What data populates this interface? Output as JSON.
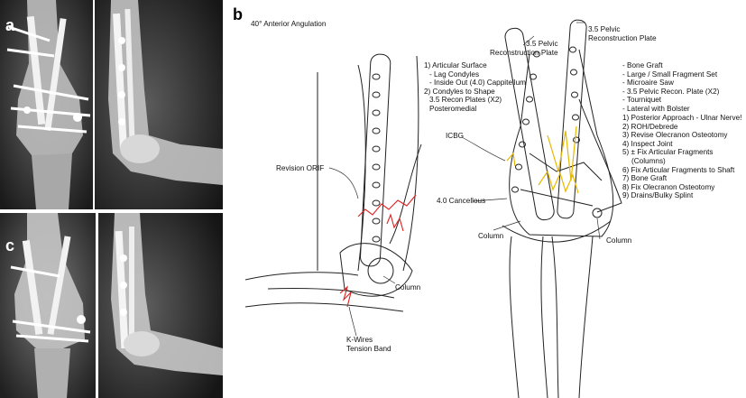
{
  "panels": {
    "a": "a",
    "b": "b",
    "c": "c"
  },
  "sketch_left": {
    "title": "40° Anterior Angulation",
    "plan_lines": [
      "1) Articular Surface",
      "   - Lag Condyles",
      "   - Inside Out (4.0) Cappitellum",
      "2) Condyles to Shape",
      "   3.5 Recon Plates (X2)",
      "   Posteromedial"
    ],
    "revision_orif": "Revision ORIF",
    "column": "Column",
    "kwires_line1": "K-Wires",
    "kwires_line2": "Tension Band"
  },
  "sketch_right": {
    "plate_left_line1": "3.5 Pelvic",
    "plate_left_line2": "Reconstruction Plate",
    "plate_right_line1": "3.5 Pelvic",
    "plate_right_line2": "Reconstruction Plate",
    "equipment_lines": [
      "- Bone Graft",
      "- Large  / Small Fragment Set",
      "- Microaire Saw",
      "- 3.5 Pelvic Recon. Plate (X2)",
      "- Tourniquet",
      "- Lateral with Bolster"
    ],
    "steps_lines": [
      "1) Posterior Approach - Ulnar Nerve!",
      "2) ROH/Debrede",
      "3) Revise Olecranon Osteotomy",
      "4) Inspect Joint",
      "5) ± Fix Articular Fragments",
      "    (Columns)",
      "6) Fix Articular Fragments to Shaft",
      "7) Bone Graft",
      "8) Fix Olecranon Osteotomy",
      "9) Drains/Bulky Splint"
    ],
    "icbg": "ICBG",
    "cancellous": "4.0 Cancellous",
    "column_center": "Column",
    "column_right": "Column"
  }
}
